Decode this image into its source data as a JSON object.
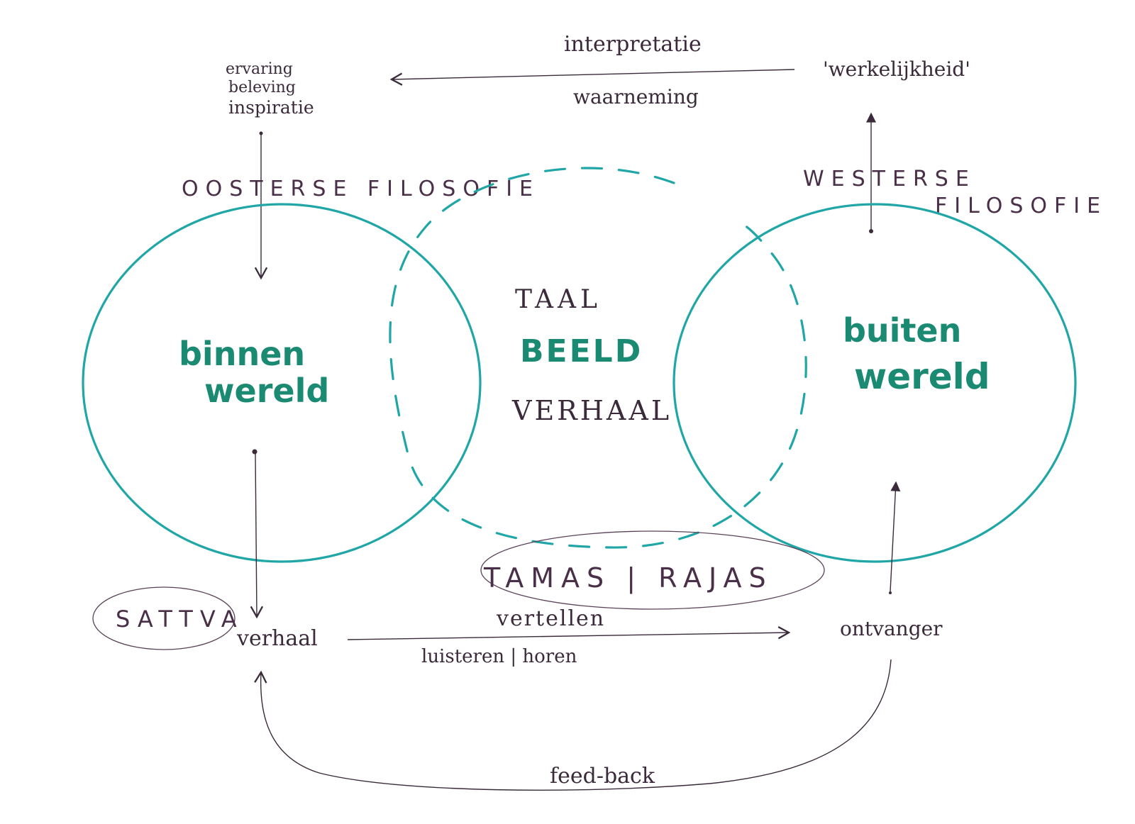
{
  "labels": {
    "interpretatie": "interpretatie",
    "waarneming": "waarneming",
    "werkelijkheid": "'werkelijkheid'",
    "ervaring": "ervaring",
    "beleving": "beleving",
    "inspiratie": "inspiratie",
    "oosterse_filosofie": "OOSTERSE FILOSOFIE",
    "westerse": "WESTERSE",
    "westerse_filosofie": "FILOSOFIE",
    "binnen": "binnen",
    "binnen_wereld": "wereld",
    "buiten": "buiten",
    "buiten_wereld": "wereld",
    "taal": "TAAL",
    "beeld": "BEELD",
    "verhaal_center": "VERHAAL",
    "tamas_rajas": "TAMAS | RAJAS",
    "sattva": "SATTVA",
    "verhaal": "verhaal",
    "vertellen": "vertellen",
    "luisteren_horen": "luisteren | horen",
    "ontvanger": "ontvanger",
    "feedback": "feed-back"
  },
  "colors": {
    "ink": "#3a2a3a",
    "teal": "#20a6a6",
    "teal_text": "#1a8a72"
  }
}
